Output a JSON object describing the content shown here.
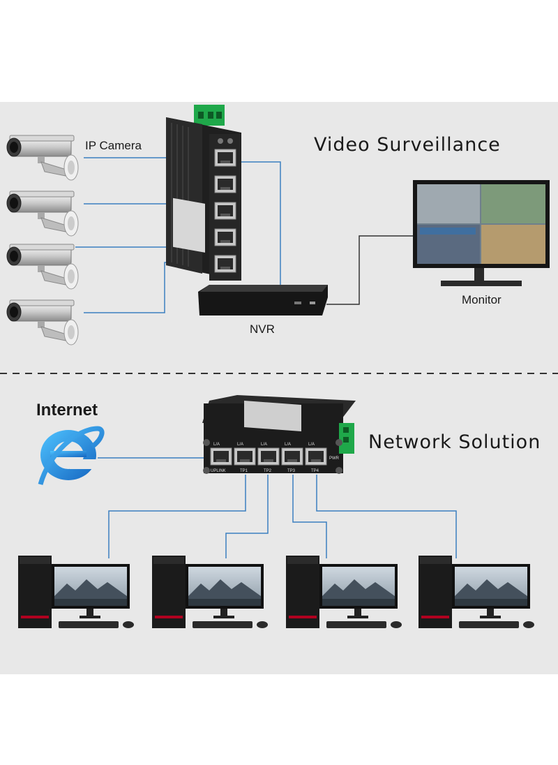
{
  "surveillance": {
    "title": "Video Surveillance",
    "camera_label": "IP Camera",
    "nvr_label": "NVR",
    "monitor_label": "Monitor"
  },
  "network": {
    "title": "Network Solution",
    "internet_label": "Internet"
  },
  "switch_ports": {
    "port_status": "L/A",
    "uplink": "UPLINK",
    "tp1": "TP1",
    "tp2": "TP2",
    "tp3": "TP3",
    "tp4": "TP4",
    "pwr": "PWR"
  },
  "colors": {
    "cable": "#3a7fc0",
    "switch_body": "#1c1c1c",
    "terminal_green": "#1fa84a",
    "ie_blue": "#1e90ff",
    "panel": "#e8e8e8"
  },
  "icons": [
    "ip-camera-icon",
    "switch-icon",
    "nvr-icon",
    "monitor-icon",
    "internet-explorer-icon",
    "desktop-pc-icon"
  ]
}
